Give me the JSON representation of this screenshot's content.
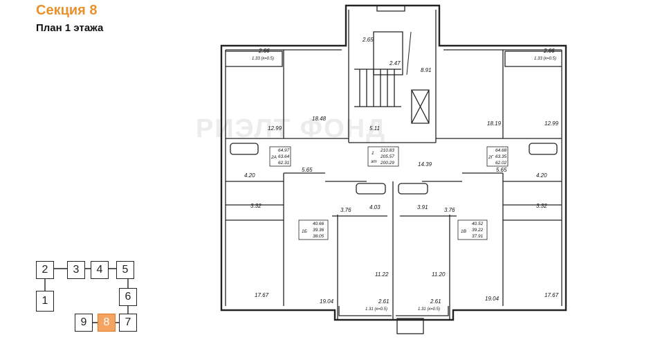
{
  "header": {
    "title": "Секция 8",
    "subtitle": "План 1 этажа"
  },
  "section_map": {
    "active": "8",
    "sections": [
      "1",
      "2",
      "3",
      "4",
      "5",
      "6",
      "7",
      "8",
      "9"
    ]
  },
  "watermark": "РИЭЛТ ФОНД",
  "plan_labels": {
    "balcony_left": "2.66",
    "balcony_left_k": "1.33 (к=0.5)",
    "balcony_right": "2.66",
    "balcony_right_k": "1.33 (к=0.5)",
    "stair_top": "2.65",
    "stair_mid": "2.47",
    "elevator": "8.91",
    "kitchen_left": "18.48",
    "room_left_top": "12.99",
    "vest_left": "5.11",
    "kitchen_right": "18.19",
    "room_right_top": "12.99",
    "apt_2a_type": "2А",
    "apt_2a_total": "64.97",
    "apt_2a_living": "63.64",
    "apt_2a_area": "62.31",
    "floor_num": "1",
    "floor_label": "эт",
    "floor_total": "210.83",
    "floor_living": "205.57",
    "floor_area": "200.29",
    "apt_2g_type": "2Г",
    "apt_2g_total": "64.68",
    "apt_2g_living": "63.35",
    "apt_2g_area": "62.02",
    "corridor": "14.39",
    "bath_left_a": "5.65",
    "hall_left": "4.20",
    "wc_left": "3.32",
    "bath_right_a": "5.65",
    "hall_right": "4.20",
    "wc_right": "3.32",
    "hall_l2": "3.76",
    "bath_l2": "4.03",
    "bath_r2": "3.91",
    "hall_r2": "3.76",
    "apt_1b_type": "1Б",
    "apt_1b_total": "40.66",
    "apt_1b_living": "39.36",
    "apt_1b_area": "38.05",
    "apt_1v_type": "1В",
    "apt_1v_total": "40.52",
    "apt_1v_living": "39.22",
    "apt_1v_area": "37.91",
    "room_l3": "11.22",
    "room_r3": "11.20",
    "room_left_bottom": "17.67",
    "kitchen_l_bottom": "19.04",
    "kitchen_r_bottom": "19.04",
    "room_right_bottom": "17.67",
    "balc_bl": "2.61",
    "balc_bl_k": "1.31 (к=0.5)",
    "balc_br": "2.61",
    "balc_br_k": "1.31 (к=0.5)"
  }
}
